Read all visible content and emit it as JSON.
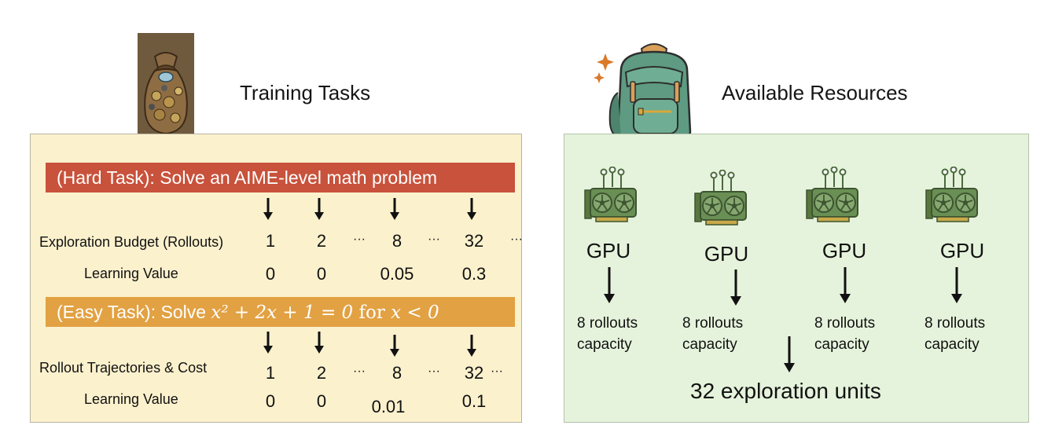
{
  "left": {
    "heading": "Training Tasks",
    "icon": "treasure-sack-icon",
    "hard_task": {
      "prefix": "(Hard Task): Solve an AIME-level math problem",
      "color": "#c8523b"
    },
    "easy_task": {
      "prefix": "(Easy Task): Solve ",
      "equation": "x² + 2x + 1 = 0",
      "mid": " for ",
      "condition": "x < 0",
      "color": "#e2a142"
    },
    "hard_rows": {
      "budget_label": "Exploration Budget (Rollouts)",
      "budget_values": [
        "1",
        "2",
        "8",
        "32"
      ],
      "value_label": "Learning Value",
      "value_values": [
        "0",
        "0",
        "0.05",
        "0.3"
      ]
    },
    "easy_rows": {
      "cost_label": "Rollout Trajectories & Cost",
      "cost_values": [
        "1",
        "2",
        "8",
        "32"
      ],
      "value_label": "Learning Value",
      "value_values": [
        "0",
        "0",
        "0.01",
        "0.1"
      ]
    },
    "ellipsis": "···"
  },
  "right": {
    "heading": "Available Resources",
    "icon": "backpack-icon",
    "gpus": [
      {
        "label": "GPU",
        "capacity_line1": "8 rollouts",
        "capacity_line2": "capacity"
      },
      {
        "label": "GPU",
        "capacity_line1": "8 rollouts",
        "capacity_line2": "capacity"
      },
      {
        "label": "GPU",
        "capacity_line1": "8 rollouts",
        "capacity_line2": "capacity"
      },
      {
        "label": "GPU",
        "capacity_line1": "8 rollouts",
        "capacity_line2": "capacity"
      }
    ],
    "total": "32 exploration units",
    "gpu_icon": "gpu-card-icon"
  },
  "colors": {
    "left_panel_bg": "#fbf1cd",
    "right_panel_bg": "#e6f3dc",
    "gpu_green": "#6a8f55"
  }
}
